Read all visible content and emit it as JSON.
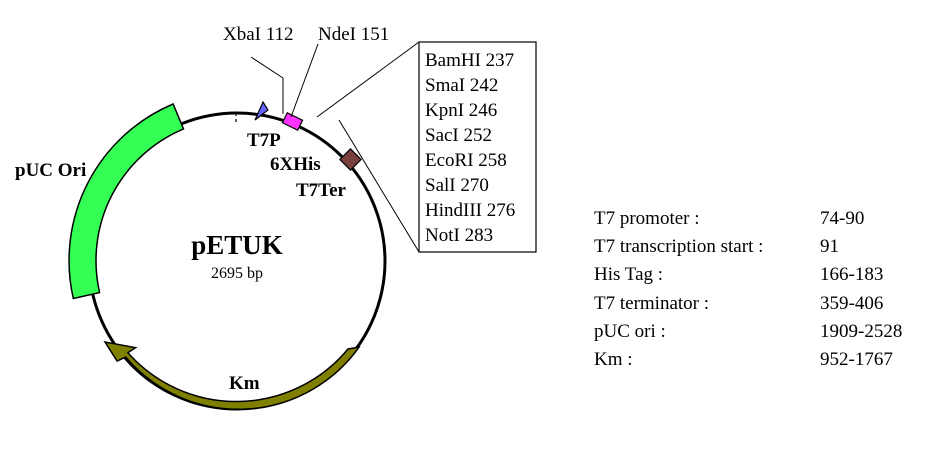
{
  "plasmid": {
    "name": "pETUK",
    "size": "2695 bp"
  },
  "features": {
    "puc_ori": "pUC Ori",
    "km": "Km",
    "t7p": "T7P",
    "his": "6XHis",
    "t7ter": "T7Ter"
  },
  "top_sites": {
    "xbai": "XbaI 112",
    "ndei": "NdeI 151"
  },
  "mcs_sites": [
    "BamHI 237",
    "SmaI 242",
    "KpnI 246",
    "SacI 252",
    "EcoRI 258",
    "SalI 270",
    "HindIII 276",
    "NotI 283"
  ],
  "legend": [
    {
      "label": "T7 promoter :",
      "value": "74-90"
    },
    {
      "label": "T7 transcription start :",
      "value": "91"
    },
    {
      "label": "His Tag :",
      "value": "166-183"
    },
    {
      "label": "T7 terminator :",
      "value": "359-406"
    },
    {
      "label": "pUC ori :",
      "value": "1909-2528"
    },
    {
      "label": "Km :",
      "value": "952-1767"
    }
  ],
  "colors": {
    "puc_ori": "#33ff55",
    "km": "#7f7f00",
    "t7p": "#6666ff",
    "his": "#ff33ff",
    "t7ter": "#7a3f3f"
  }
}
